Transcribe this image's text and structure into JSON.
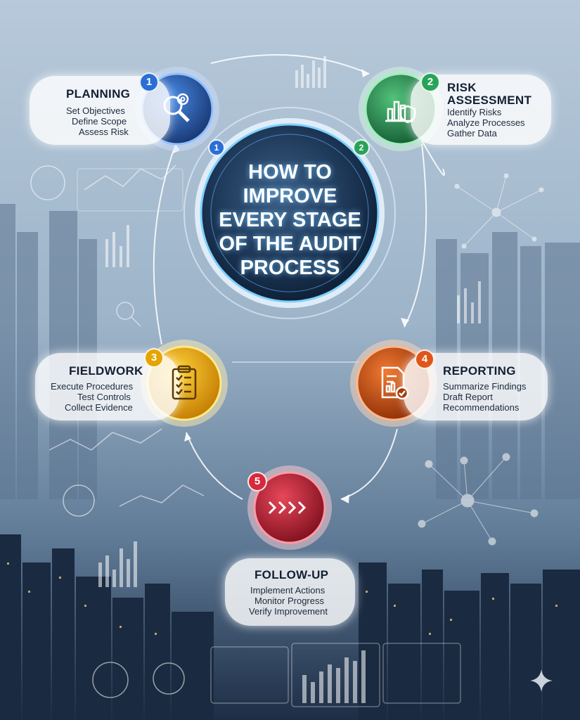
{
  "title": {
    "lines": [
      "HOW TO",
      "IMPROVE",
      "EVERY STAGE",
      "OF THE AUDIT",
      "PROCESS"
    ]
  },
  "stages": [
    {
      "number": "1",
      "title": "PLANNING",
      "items": [
        "Set Objectives",
        "Define Scope",
        "Assess Risk"
      ],
      "color": "#2b6fd6",
      "icon": "magnifier-gear-icon"
    },
    {
      "number": "2",
      "title_lines": [
        "RISK",
        "ASSESSMENT"
      ],
      "items": [
        "Identify Risks",
        "Analyze Processes",
        "Gather Data"
      ],
      "color": "#2aa35a",
      "icon": "chart-shield-icon"
    },
    {
      "number": "3",
      "title": "FIELDWORK",
      "items": [
        "Execute Procedures",
        "Test Controls",
        "Collect Evidence"
      ],
      "color": "#e5a400",
      "icon": "clipboard-checklist-icon"
    },
    {
      "number": "4",
      "title": "REPORTING",
      "items": [
        "Summarize Findings",
        "Draft Report",
        "Recommendations"
      ],
      "color": "#e0561a",
      "icon": "report-check-icon"
    },
    {
      "number": "5",
      "title": "FOLLOW-UP",
      "items": [
        "Implement Actions",
        "Monitor Progress",
        "Verify Improvement"
      ],
      "color": "#d62a3c",
      "icon": "forward-chevrons-icon"
    }
  ],
  "inner_markers": [
    "1",
    "2"
  ]
}
